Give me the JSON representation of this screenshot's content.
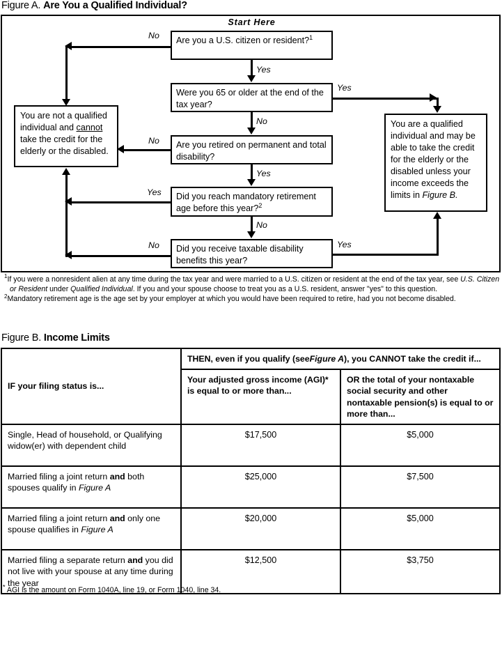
{
  "figure_a": {
    "label": "Figure A.",
    "name": "Are You a Qualified Individual?",
    "start_here": "Start Here",
    "boxes": {
      "q1": "Are you a U.S. citizen or resident?",
      "q1_footnote_mark": "1",
      "q2": "Were you 65 or older at the end of the tax year?",
      "q3": "Are you retired on permanent and total disability?",
      "q4": "Did you reach mandatory retirement age before this year?",
      "q4_footnote_mark": "2",
      "q5": "Did you receive taxable disability benefits this year?",
      "not_qualified_part1": "You are not a qualified individual and ",
      "not_qualified_cannot": "cannot",
      "not_qualified_part2": " take the credit for the elderly or the disabled.",
      "qualified_part1": "You are a qualified individual and may be able to take the credit for the elderly or the disabled unless your income exceeds the limits in ",
      "qualified_figure_ref": "Figure B.",
      "qualified_part2": ""
    },
    "edge_labels": {
      "q1_no": "No",
      "q1_yes": "Yes",
      "q2_yes": "Yes",
      "q2_no": "No",
      "q3_no": "No",
      "q3_yes": "Yes",
      "q4_yes": "Yes",
      "q4_no": "No",
      "q5_no": "No",
      "q5_yes": "Yes"
    },
    "footnotes": {
      "one_mark": "1",
      "one_a": "If you were a nonresident alien at any time during the tax year and were married to a U.S. citizen or resident at the end of the tax year, see ",
      "one_italic_1": "U.S. Citizen or Resident",
      "one_b": " under ",
      "one_italic_2": "Qualified Individual",
      "one_c": ". If you and your spouse choose to treat you as a U.S. resident, answer \"yes\" to this question.",
      "two_mark": "2",
      "two_text": "Mandatory retirement age is the age set by your employer at which you would have been required to retire, had you not become disabled."
    }
  },
  "figure_b": {
    "label": "Figure B.",
    "name": "Income Limits",
    "header_span": {
      "pre": "THEN, even if you qualify (see",
      "italic": "Figure A",
      "post": "), you CANNOT take the credit if..."
    },
    "columns": {
      "filing_status": "IF your filing status is...",
      "agi": "Your adjusted gross income (AGI)* is equal to or more than...",
      "nontaxable": "OR the total of your nontaxable social security and other nontaxable pension(s) is equal to or more than..."
    },
    "rows": [
      {
        "status_plain": "Single, Head of household, or Qualifying widow(er) with dependent child",
        "status_bold": "",
        "status_italic": "",
        "agi": "$17,500",
        "nontaxable": "$5,000"
      },
      {
        "status_plain_a": "Married filing a joint return ",
        "status_bold": "and",
        "status_plain_b": " both spouses qualify in ",
        "status_italic": "Figure A",
        "agi": "$25,000",
        "nontaxable": "$7,500"
      },
      {
        "status_plain_a": "Married filing a joint return ",
        "status_bold": "and",
        "status_plain_b": " only one spouse qualifies in ",
        "status_italic": "Figure A",
        "agi": "$20,000",
        "nontaxable": "$5,000"
      },
      {
        "status_plain_a": "Married filing a separate return ",
        "status_bold": "and",
        "status_plain_b": " you did not live with your spouse at any time during the year",
        "status_italic": "",
        "agi": "$12,500",
        "nontaxable": "$3,750"
      }
    ],
    "footnote_mark": "*",
    "footnote": "AGI is the amount on Form 1040A, line 19, or Form 1040, line 34."
  },
  "colors": {
    "ink": "#000000",
    "page": "#ffffff"
  }
}
